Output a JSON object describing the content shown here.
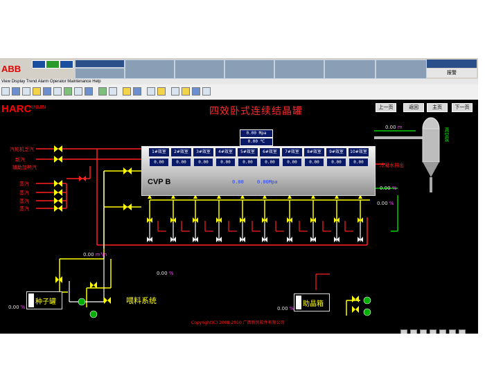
{
  "brand": {
    "logo": "ABB",
    "harc": "HARC",
    "harc_sub": "XINMIN"
  },
  "title": "四效卧式连续结晶罐",
  "nav_buttons": [
    "上一页",
    "返回",
    "主页",
    "下一页"
  ],
  "top_right": {
    "header": "",
    "value": "报警"
  },
  "menu_text": "View Display Trend Alarm Operator Maintenance Help",
  "left_labels": {
    "steam_inlet": "汽轮机乏汽",
    "steam_inlet2": "新汽",
    "steam_inlet3": "辅助加热汽",
    "steam_a": "蒸汽",
    "steam_b": "蒸汽",
    "steam_c": "蒸汽",
    "steam_d": "蒸汽"
  },
  "effects": [
    {
      "name": "1#效室",
      "value": "0.00"
    },
    {
      "name": "2#效室",
      "value": "0.00"
    },
    {
      "name": "3#效室",
      "value": "0.00"
    },
    {
      "name": "4#效室",
      "value": "0.00"
    },
    {
      "name": "5#效室",
      "value": "0.00"
    },
    {
      "name": "6#效室",
      "value": "0.00"
    },
    {
      "name": "7#效室",
      "value": "0.00"
    },
    {
      "name": "8#效室",
      "value": "0.00"
    },
    {
      "name": "9#效室",
      "value": "0.00"
    },
    {
      "name": "10#效室",
      "value": "0.00"
    }
  ],
  "tank": {
    "label": "CVP B",
    "value1": "0.00",
    "value2": "0.00Mpa"
  },
  "gauge_top": {
    "v1": "0.00",
    "u1": "Mpa",
    "v2": "0.00",
    "u2": "℃"
  },
  "right_labels": {
    "condenser": "真空泵",
    "top_val": "0.00",
    "top_unit": "m",
    "mid_label": "冷凝水排出",
    "level_val": "0.00",
    "level_unit": "%",
    "bottom_val": "0.00",
    "bottom_unit": "%"
  },
  "mid_left": {
    "flow_val": "0.00",
    "flow_unit": "m³/h"
  },
  "mid_center": {
    "val": "0.00",
    "unit": "%"
  },
  "left_tank": {
    "name": "种子罐",
    "val": "0.00",
    "unit": "%"
  },
  "feed_label": "喂料系统",
  "right_tank": {
    "name": "助晶箱",
    "val": "0.00",
    "unit": "%"
  },
  "copyright": "Copyright(C) 2008-2010 广西新民软件有限公司",
  "colors": {
    "bg": "#000000",
    "pipe_red": "#ff2020",
    "pipe_yellow": "#ffff00",
    "pipe_white": "#ffffff",
    "pipe_green": "#00d000",
    "panel_blue": "#0a1a66"
  }
}
